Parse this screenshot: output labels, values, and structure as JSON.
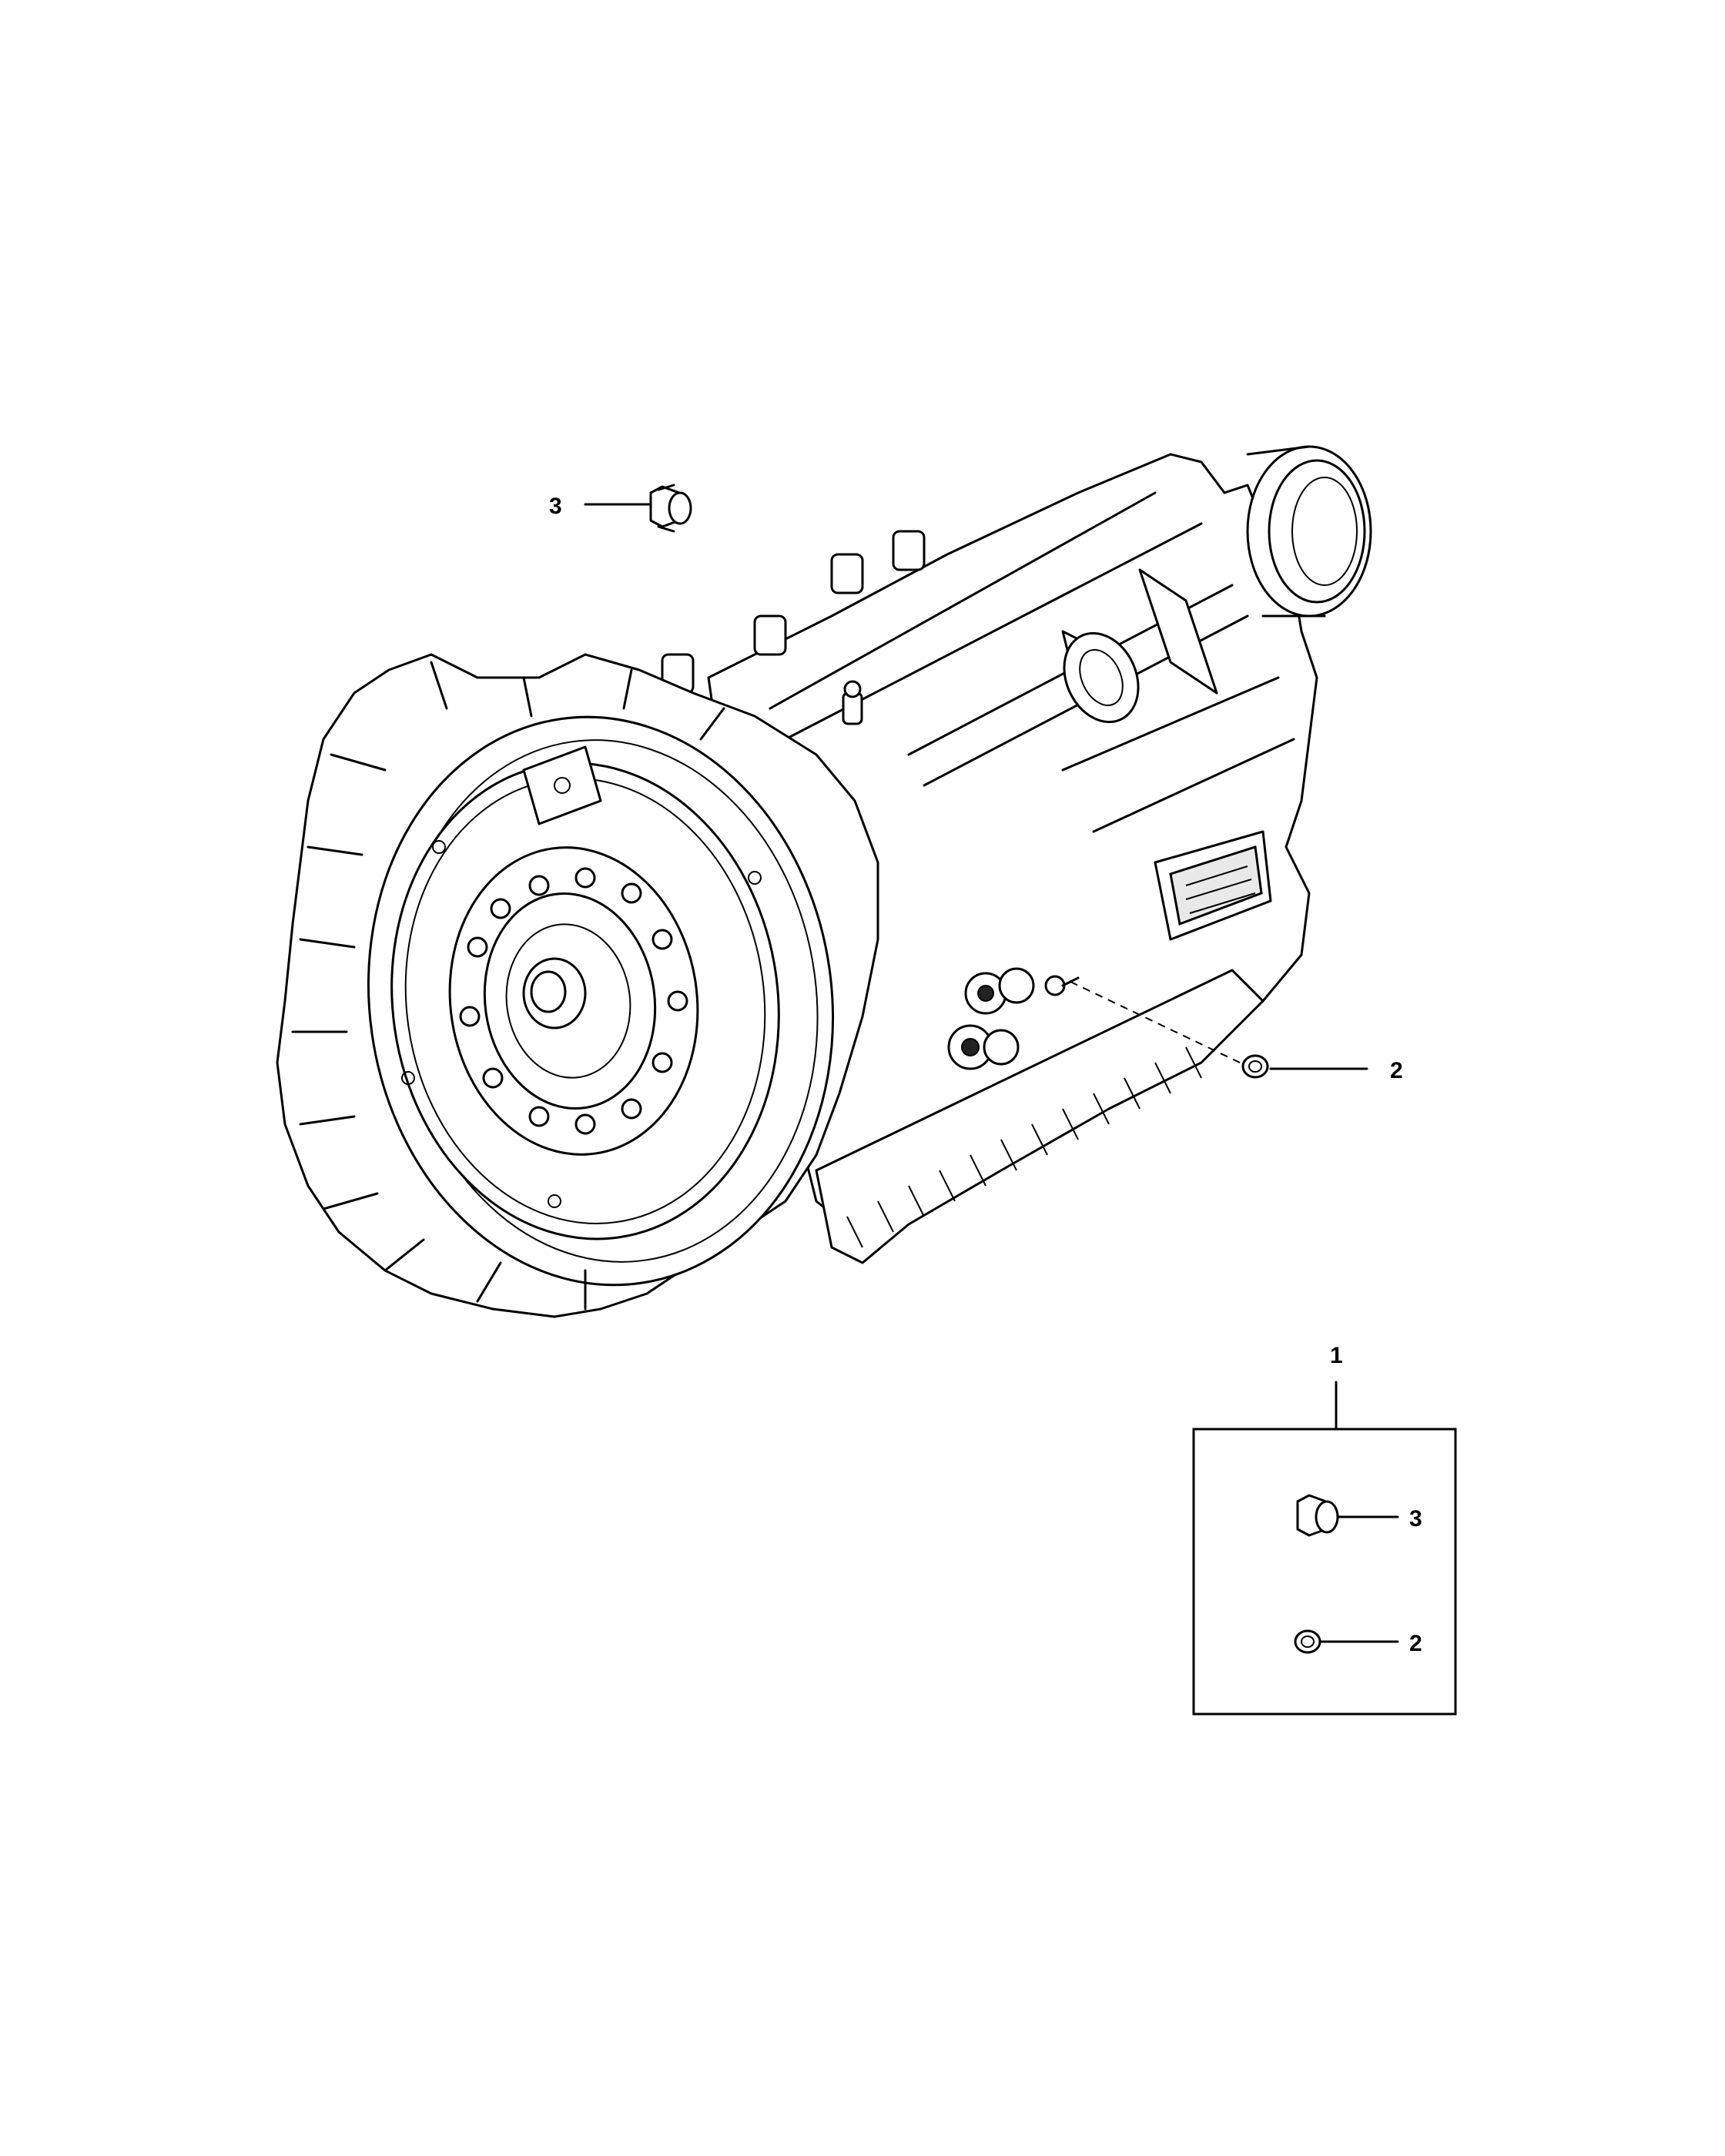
{
  "callouts": {
    "plug_top": "3",
    "drain_seal": "2",
    "kit": "1",
    "kit_plug": "3",
    "kit_seal": "2"
  }
}
